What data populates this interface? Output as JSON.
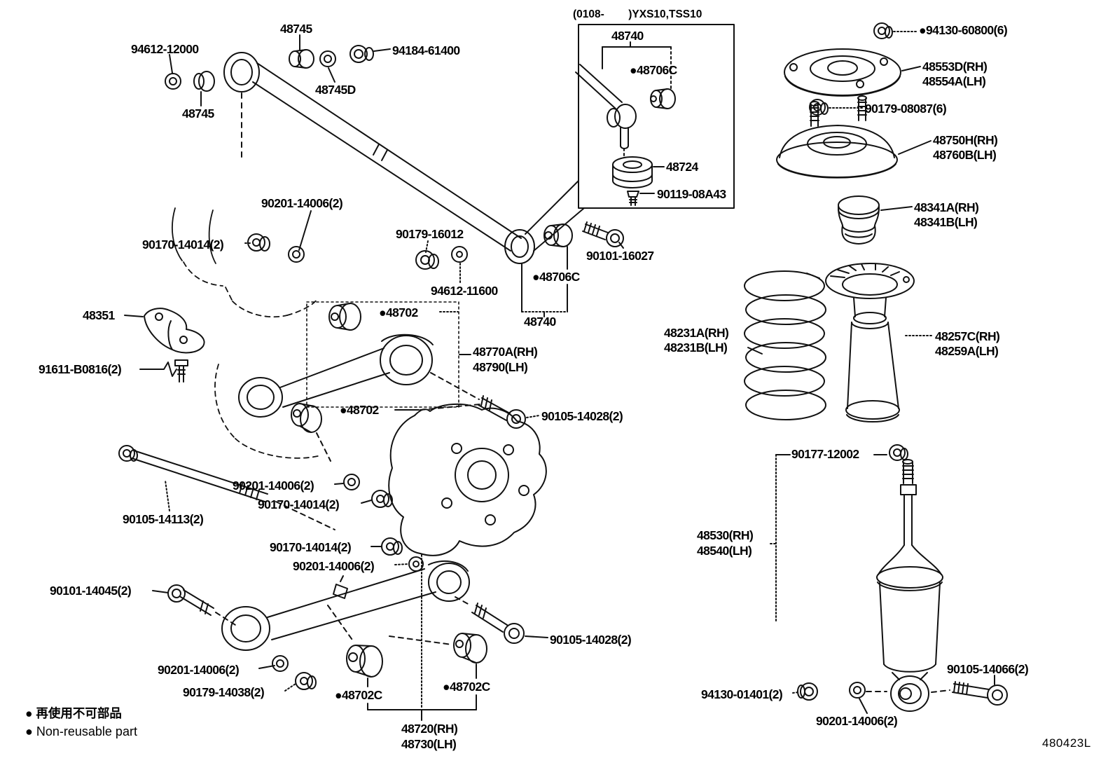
{
  "diagram": {
    "figure_code": "480423L",
    "box_note": "(0108-        )YXS10,TSS10",
    "legend": {
      "jp": "● 再使用不可部品",
      "en": "● Non-reusable part"
    },
    "labels": [
      {
        "text": "94612-12000"
      },
      {
        "text": "48745"
      },
      {
        "text": "94184-61400"
      },
      {
        "text": "48745D"
      },
      {
        "text": "48745"
      },
      {
        "text": "(0108-        )YXS10,TSS10"
      },
      {
        "text": "48740"
      },
      {
        "text": "●48706C"
      },
      {
        "text": "48724"
      },
      {
        "text": "90119-08A43"
      },
      {
        "text": "●94130-60800(6)"
      },
      {
        "text": "48553D(RH)"
      },
      {
        "text": "48554A(LH)"
      },
      {
        "text": "90179-08087(6)"
      },
      {
        "text": "48750H(RH)"
      },
      {
        "text": "48760B(LH)"
      },
      {
        "text": "48341A(RH)"
      },
      {
        "text": "48341B(LH)"
      },
      {
        "text": "90201-14006(2)"
      },
      {
        "text": "90170-14014(2)"
      },
      {
        "text": "90179-16012"
      },
      {
        "text": "90101-16027"
      },
      {
        "text": "●48706C"
      },
      {
        "text": "94612-11600"
      },
      {
        "text": "●48702"
      },
      {
        "text": "48740"
      },
      {
        "text": "48351"
      },
      {
        "text": "48231A(RH)"
      },
      {
        "text": "48231B(LH)"
      },
      {
        "text": "48257C(RH)"
      },
      {
        "text": "48259A(LH)"
      },
      {
        "text": "48770A(RH)"
      },
      {
        "text": "48790(LH)"
      },
      {
        "text": "91611-B0816(2)"
      },
      {
        "text": "●48702"
      },
      {
        "text": "90105-14028(2)"
      },
      {
        "text": "90177-12002"
      },
      {
        "text": "90201-14006(2)"
      },
      {
        "text": "90170-14014(2)"
      },
      {
        "text": "90105-14113(2)"
      },
      {
        "text": "48530(RH)"
      },
      {
        "text": "48540(LH)"
      },
      {
        "text": "90170-14014(2)"
      },
      {
        "text": "90201-14006(2)"
      },
      {
        "text": "90101-14045(2)"
      },
      {
        "text": "90105-14028(2)"
      },
      {
        "text": "90201-14006(2)"
      },
      {
        "text": "90179-14038(2)"
      },
      {
        "text": "●48702C"
      },
      {
        "text": "●48702C"
      },
      {
        "text": "94130-01401(2)"
      },
      {
        "text": "90105-14066(2)"
      },
      {
        "text": "90201-14006(2)"
      },
      {
        "text": "48720(RH)"
      },
      {
        "text": "48730(LH)"
      }
    ]
  }
}
